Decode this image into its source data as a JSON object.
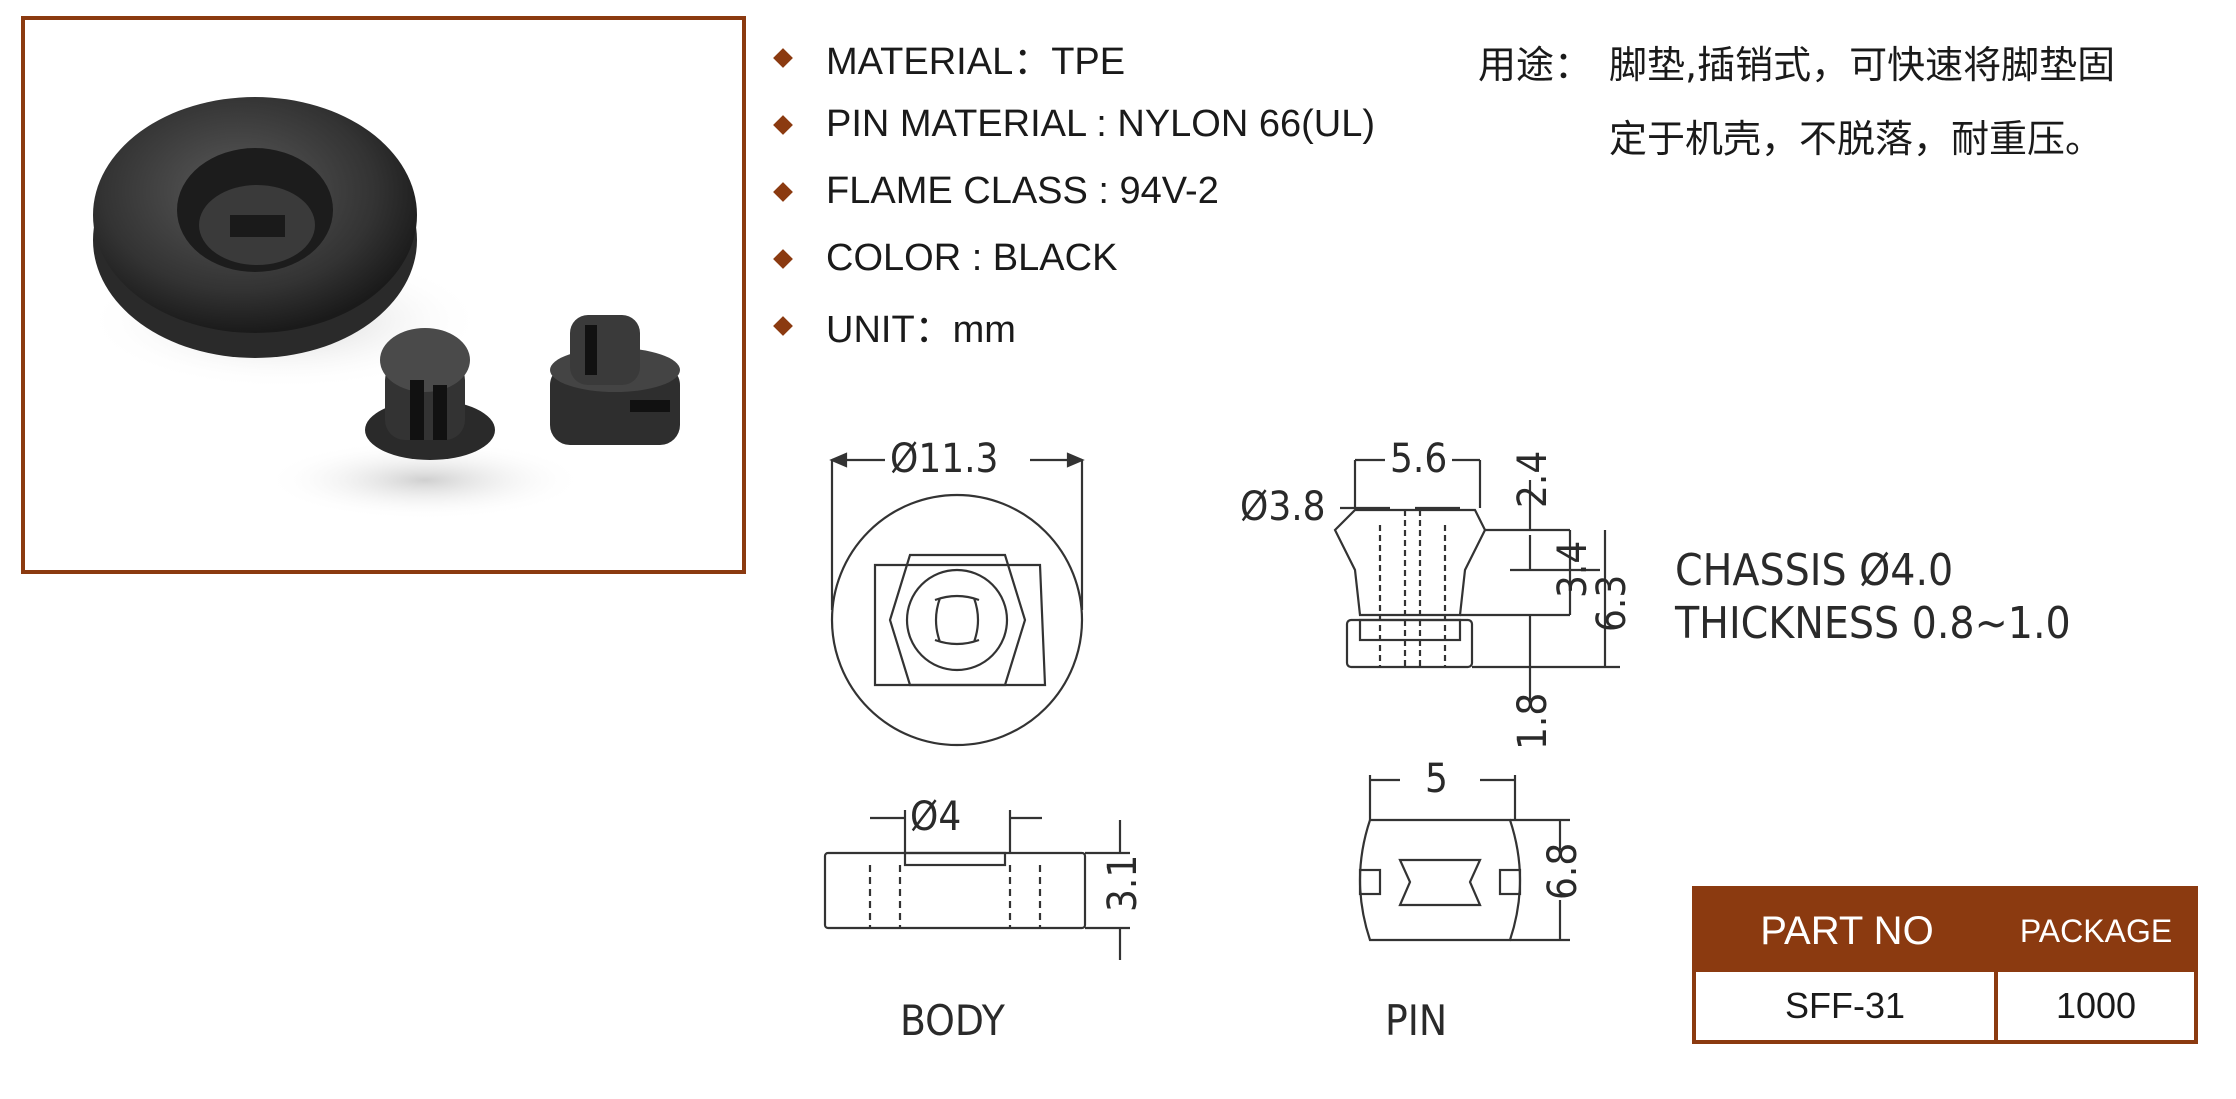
{
  "specs": [
    {
      "text": "MATERIAL：TPE"
    },
    {
      "text": "PIN MATERIAL : NYLON 66(UL)"
    },
    {
      "text": "FLAME CLASS : 94V-2"
    },
    {
      "text": "COLOR : BLACK"
    },
    {
      "text": "UNIT：mm"
    }
  ],
  "usage": {
    "label": "用途：",
    "line1": "脚垫,插销式，可快速将脚垫固",
    "line2": "定于机壳，不脱落，耐重压。"
  },
  "drawing": {
    "body_diameter": "Ø11.3",
    "body_hole": "Ø4",
    "body_height": "3.1",
    "body_label": "BODY",
    "pin_top_width": "5.6",
    "pin_head_diameter": "Ø3.8",
    "pin_dim_a": "2.4",
    "pin_dim_b": "3.4",
    "pin_dim_c": "6.3",
    "pin_dim_d": "1.8",
    "pin_bottom_width": "5",
    "pin_bottom_height": "6.8",
    "pin_label": "PIN",
    "chassis": "CHASSIS  Ø4.0",
    "thickness": "THICKNESS  0.8~1.0"
  },
  "table": {
    "header_part": "PART NO",
    "header_package": "PACKAGE",
    "part_no": "SFF-31",
    "package": "1000"
  },
  "colors": {
    "accent": "#8b3a10"
  }
}
